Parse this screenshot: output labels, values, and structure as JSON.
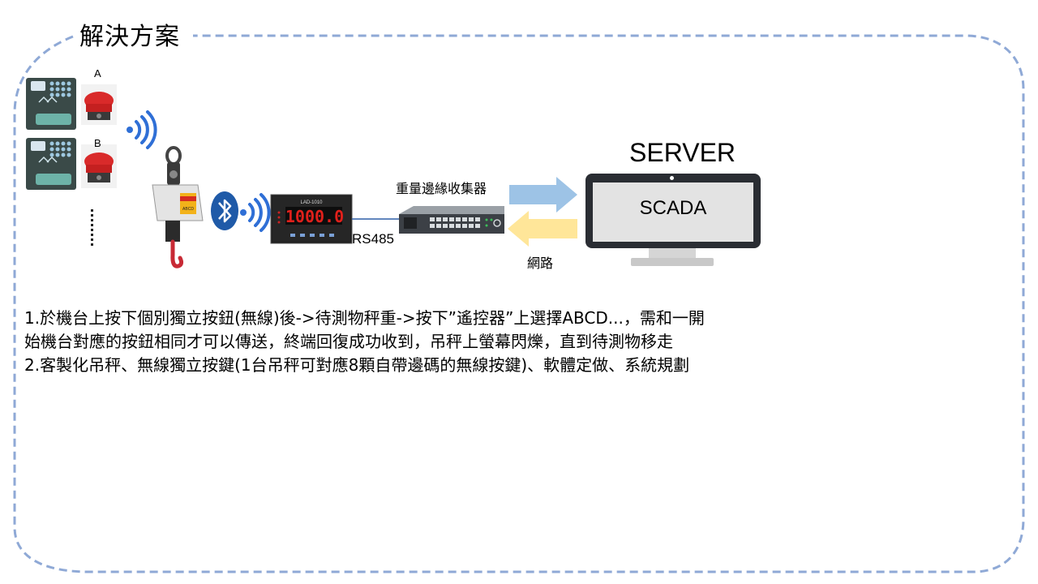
{
  "title": "解決方案",
  "buttons_group": {
    "label_a": "A",
    "label_b": "B"
  },
  "indicator": {
    "model": "LAD-1010",
    "reading": "1000.0"
  },
  "crane_scale_text": "ABCD",
  "rs485_label": "RS485",
  "collector_label": "重量邊緣收集器",
  "network_label": "網路",
  "server": {
    "title": "SERVER",
    "screen_text": "SCADA"
  },
  "description": {
    "line1": "1.於機台上按下個別獨立按鈕(無線)後->待測物秤重->按下”遙控器”上選擇ABCD...，需和一開",
    "line2": "始機台對應的按鈕相同才可以傳送，終端回復成功收到，吊秤上螢幕閃爍，直到待測物移走",
    "line3": "2.客製化吊秤、無線獨立按鍵(1台吊秤可對應8顆自帶邊碼的無線按鍵)、軟體定做、系統規劃"
  },
  "colors": {
    "frame": "#8fa9d6",
    "arrow_blue": "#9dc3e6",
    "arrow_yellow": "#ffe699",
    "bluetooth": "#1f5aa8",
    "wifi": "#2f6fd6",
    "indicator_led": "#e0201b"
  }
}
